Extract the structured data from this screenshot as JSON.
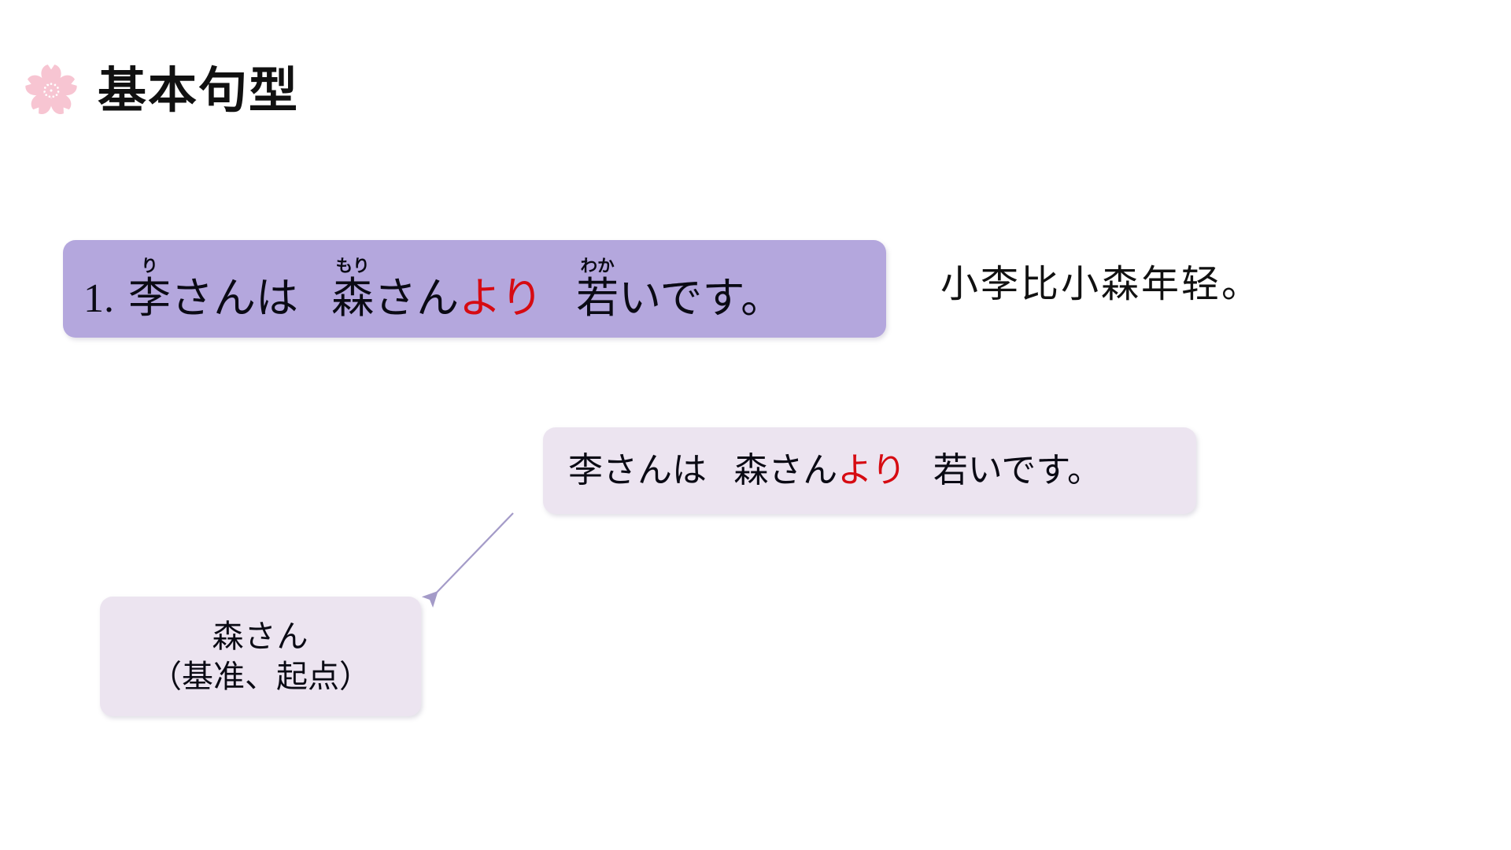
{
  "slide": {
    "background_color": "#ffffff",
    "title": "基本句型",
    "title_icon": "sakura-flower-icon",
    "accent_colors": {
      "primary_box": "#b4a7dd",
      "secondary_box": "#ece4f0",
      "highlight_text": "#d60b12",
      "sakura_pink": "#f7c5d2",
      "arrow": "#a49bc8"
    }
  },
  "example": {
    "number": "1.",
    "segments": [
      {
        "base": "李",
        "ruby": "り"
      },
      {
        "base": "さんは",
        "ruby": ""
      },
      {
        "base": "森",
        "ruby": "もり"
      },
      {
        "base": "さん",
        "ruby": ""
      },
      {
        "base": "より",
        "ruby": "",
        "highlight": true
      },
      {
        "base": "若",
        "ruby": "わか"
      },
      {
        "base": "いです。",
        "ruby": ""
      }
    ],
    "full_text": "1. 李さんは 森さんより 若いです。",
    "translation": "小李比小森年轻。"
  },
  "restated": {
    "part_a": "李さんは",
    "part_b": "森さん",
    "particle": "より",
    "part_c": "若いです。",
    "full_text": "李さんは 森さんより 若いです。"
  },
  "reference": {
    "subject": "森さん",
    "note": "（基准、起点）"
  },
  "arrow": {
    "name": "connector-arrow",
    "from": "restated-box",
    "to": "reference-box",
    "color": "#a49bc8"
  }
}
